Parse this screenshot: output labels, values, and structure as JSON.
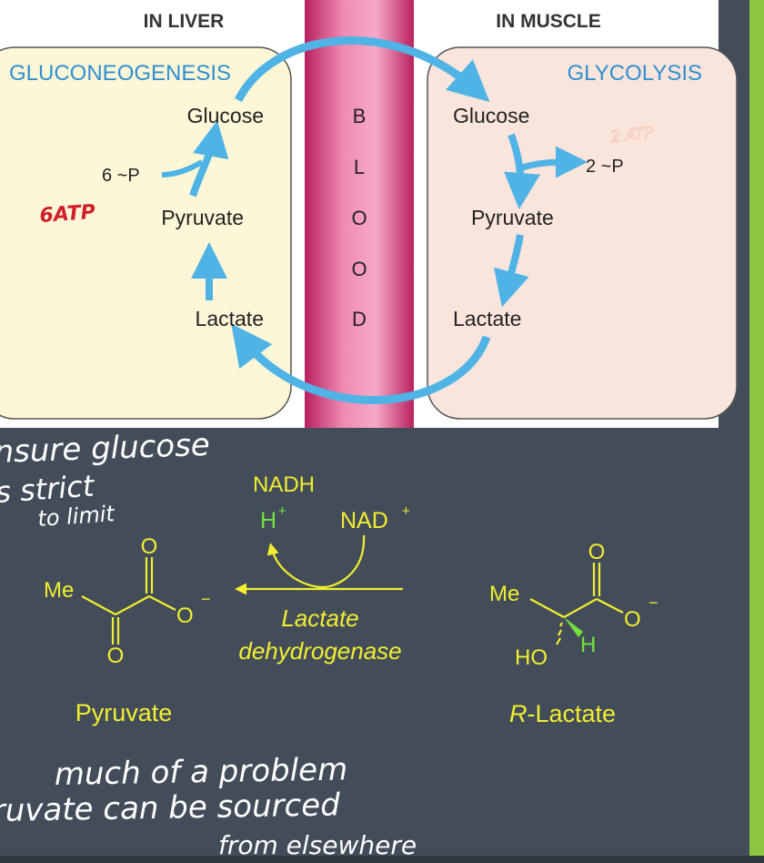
{
  "colors": {
    "slide_background": "#434d5a",
    "accent_bar": "#8dc63f",
    "liver_panel": "#fdf7d7",
    "muscle_panel": "#f9e5dc",
    "blood_column": "#d6467f",
    "arrow_blue": "#4fb3e6",
    "label_blue": "#2f8fd0",
    "chem_yellow": "#f2ee2f",
    "chem_green": "#74e23d",
    "ink_white": "#ffffff",
    "ink_red": "#d0202a"
  },
  "cori_cycle": {
    "liver_header": "IN LIVER",
    "muscle_header": "IN MUSCLE",
    "liver_process": "GLUCONEOGENESIS",
    "muscle_process": "GLYCOLYSIS",
    "liver_glucose": "Glucose",
    "liver_pyruvate": "Pyruvate",
    "liver_lactate": "Lactate",
    "liver_energy": "6 ~P",
    "muscle_glucose": "Glucose",
    "muscle_pyruvate": "Pyruvate",
    "muscle_lactate": "Lactate",
    "muscle_energy": "2 ~P",
    "blood_letters": [
      "B",
      "L",
      "O",
      "O",
      "D"
    ]
  },
  "reaction": {
    "nadh": "NADH",
    "h_plus": "H",
    "h_plus_charge": "+",
    "nad_plus": "NAD",
    "nad_plus_charge": "+",
    "enzyme_line1": "Lactate",
    "enzyme_line2": "dehydrogenase",
    "pyruvate_me": "Me",
    "pyruvate_o_top": "O",
    "pyruvate_o_bottom": "O",
    "pyruvate_o_minus": "O",
    "pyruvate_charge": "−",
    "pyruvate_name": "Pyruvate",
    "lactate_me": "Me",
    "lactate_o_top": "O",
    "lactate_o_minus": "O",
    "lactate_charge": "−",
    "lactate_ho": "HO",
    "lactate_h": "H",
    "lactate_name_prefix": "R",
    "lactate_name_suffix": "-Lactate"
  },
  "handwriting": {
    "liver_note": "6ATP",
    "muscle_note": "2 ATP",
    "line1": "nsure glucose",
    "line2": "s strict",
    "line3": "to limit",
    "line4": "much of a problem",
    "line5": "ruvate can be sourced",
    "line6": "from elsewhere"
  }
}
